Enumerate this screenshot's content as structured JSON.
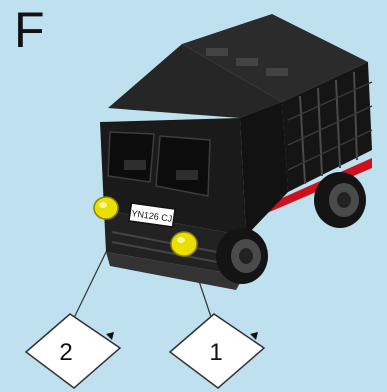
{
  "step": {
    "letter": "F"
  },
  "license_plate": {
    "text": "YN126 CJ"
  },
  "callouts": [
    {
      "number": "2"
    },
    {
      "number": "1"
    }
  ],
  "colors": {
    "background": "#bfe0ef",
    "truck_body": "#1c1c1c",
    "accent_stripe": "#d0101e",
    "headlight": "#e9e000",
    "card": "#ffffff"
  }
}
